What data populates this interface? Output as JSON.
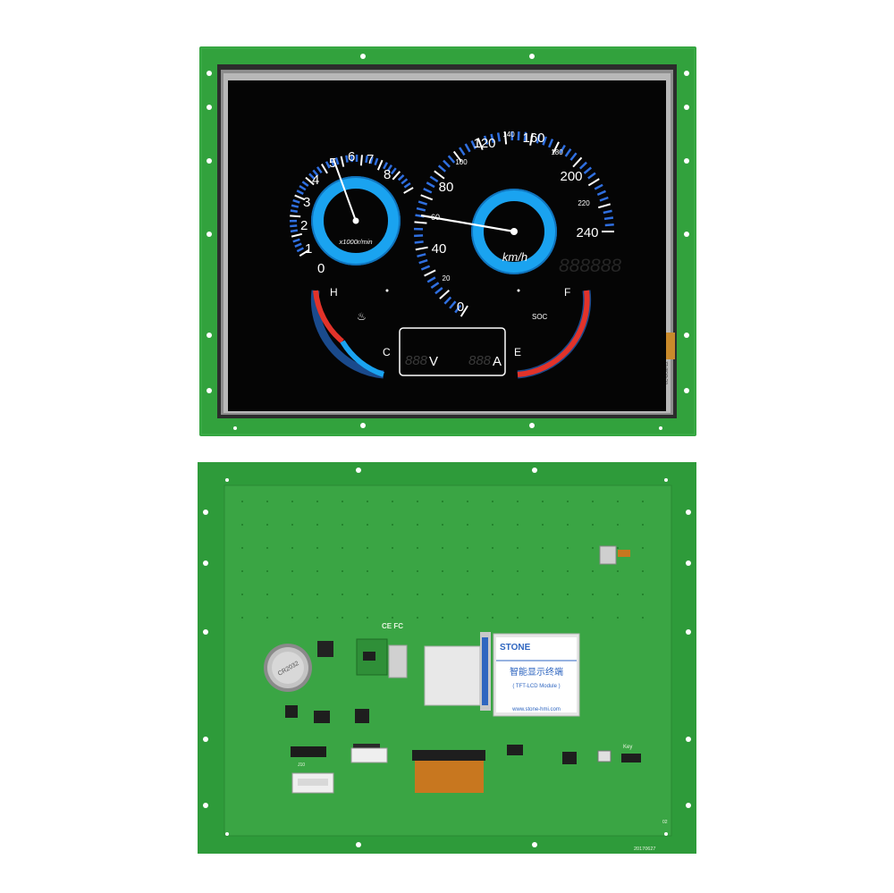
{
  "dashboard": {
    "rpm_ticks": [
      "0",
      "1",
      "2",
      "3",
      "4",
      "5",
      "6",
      "7",
      "8"
    ],
    "rpm_unit": "x1000r/min",
    "speed_ticks_major": [
      "0",
      "40",
      "60",
      "80",
      "120",
      "160",
      "200",
      "240"
    ],
    "speed_ticks_minor": [
      "20",
      "100",
      "140",
      "180",
      "220"
    ],
    "speed_unit": "km/h",
    "temp_high": "H",
    "temp_cold": "C",
    "fuel_full": "F",
    "fuel_empty": "E",
    "soc_label": "SOC",
    "voltage_display": "888",
    "voltage_unit": "V",
    "current_display": "888",
    "current_unit": "A",
    "odometer": "888888",
    "gauge_color": "#1aa3f0",
    "tick_color": "#2f6fe0",
    "warning_color": "#e2332a"
  },
  "board_back": {
    "stone_logo": "STONE",
    "chinese_label": "智能显示终端",
    "module_label": "( TFT-LCD Module )",
    "website": "www.stone-hmi.com",
    "date_code": "20170627",
    "battery_text": "CR2032",
    "key_label": "Key",
    "connector_label": "J10",
    "cert_text": "CE FC",
    "corner_code": "02",
    "pcb_color": "#2e9b3a"
  }
}
